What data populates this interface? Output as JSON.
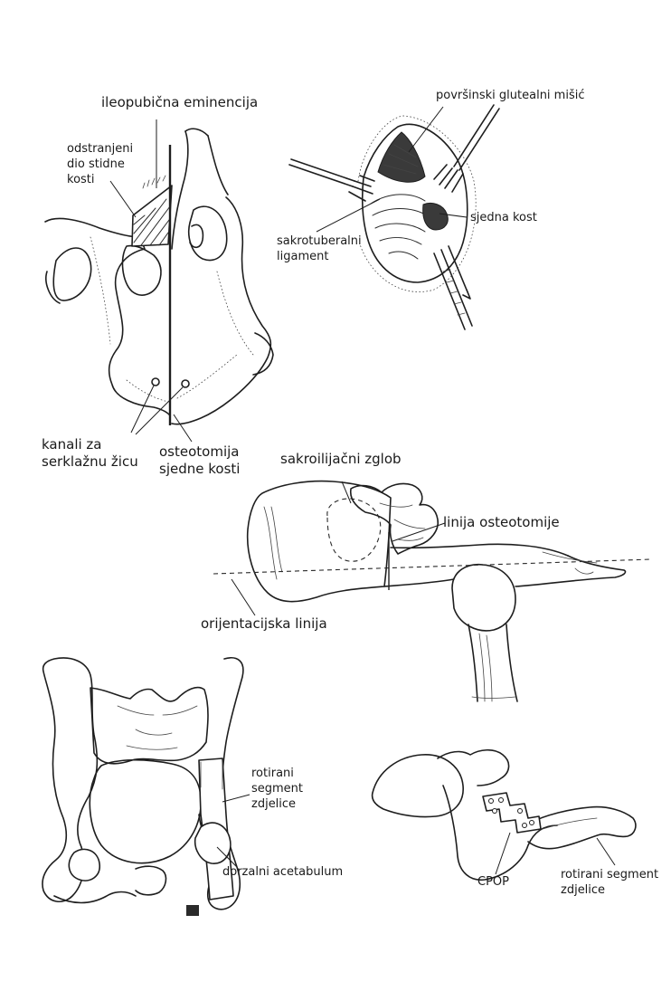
{
  "labels": {
    "ileopubic_eminence": "ileopubična eminencija",
    "removed_pubis": "odstranjeni\ndio stidne\nkosti",
    "wire_channels": "kanali za\nserklažnu žicu",
    "ischium_osteotomy": "osteotomija\nsjedne kosti",
    "superficial_gluteal": "površinski glutealni mišić",
    "sacrotuberous": "sakrotuberalni\nligament",
    "ischium": "sjedna kost",
    "si_joint": "sakroilijačni zglob",
    "osteotomy_line": "linija osteotomije",
    "orientation_line": "orijentacijska linija",
    "rotated_segment_1": "rotirani\nsegment\nzdjelice",
    "dorsal_acetabulum": "dorzalni acetabulum",
    "cpop": "CPOP",
    "rotated_segment_2": "rotirani segment\nzdjelice"
  }
}
